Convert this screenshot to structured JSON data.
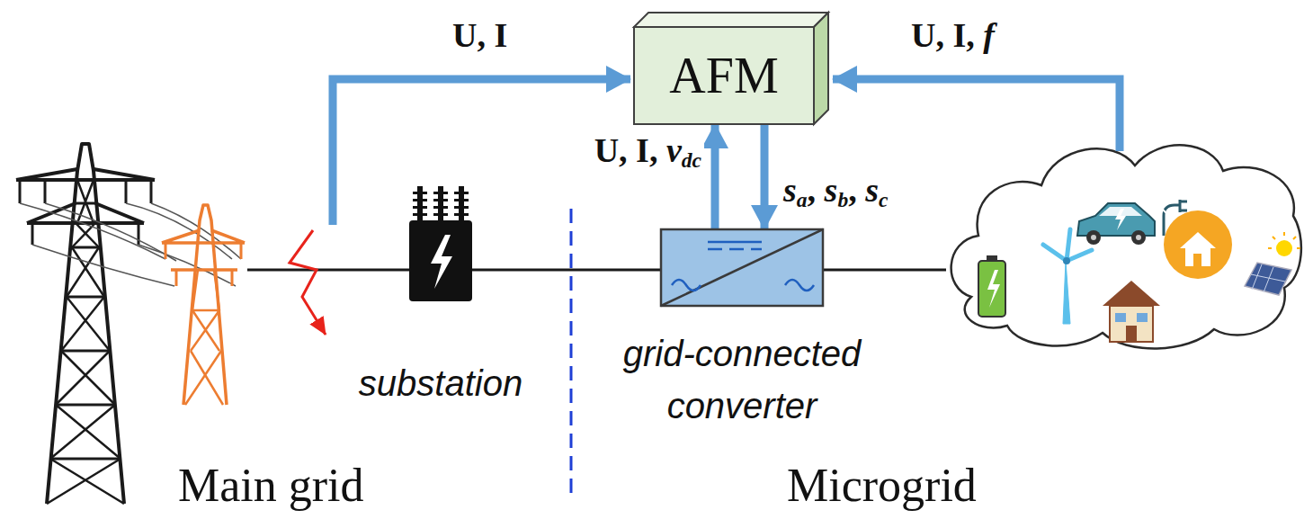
{
  "diagram": {
    "nodes": [
      {
        "text": [
          "AFM"
        ]
      },
      {
        "text": [
          "substation"
        ]
      },
      {
        "text": [
          "grid-connected converter"
        ]
      }
    ],
    "edges": [
      {
        "from": 2,
        "to": 0,
        "label": "U, I, vdc",
        "arrow": "to"
      },
      {
        "from": 0,
        "to": 2,
        "label": "sa, sb, sc",
        "arrow": "to"
      },
      {
        "from": 1,
        "to": 2,
        "arrow": "none"
      }
    ],
    "labels": [
      "U, I",
      "U, I, f",
      "Main grid",
      "Microgrid"
    ]
  }
}
